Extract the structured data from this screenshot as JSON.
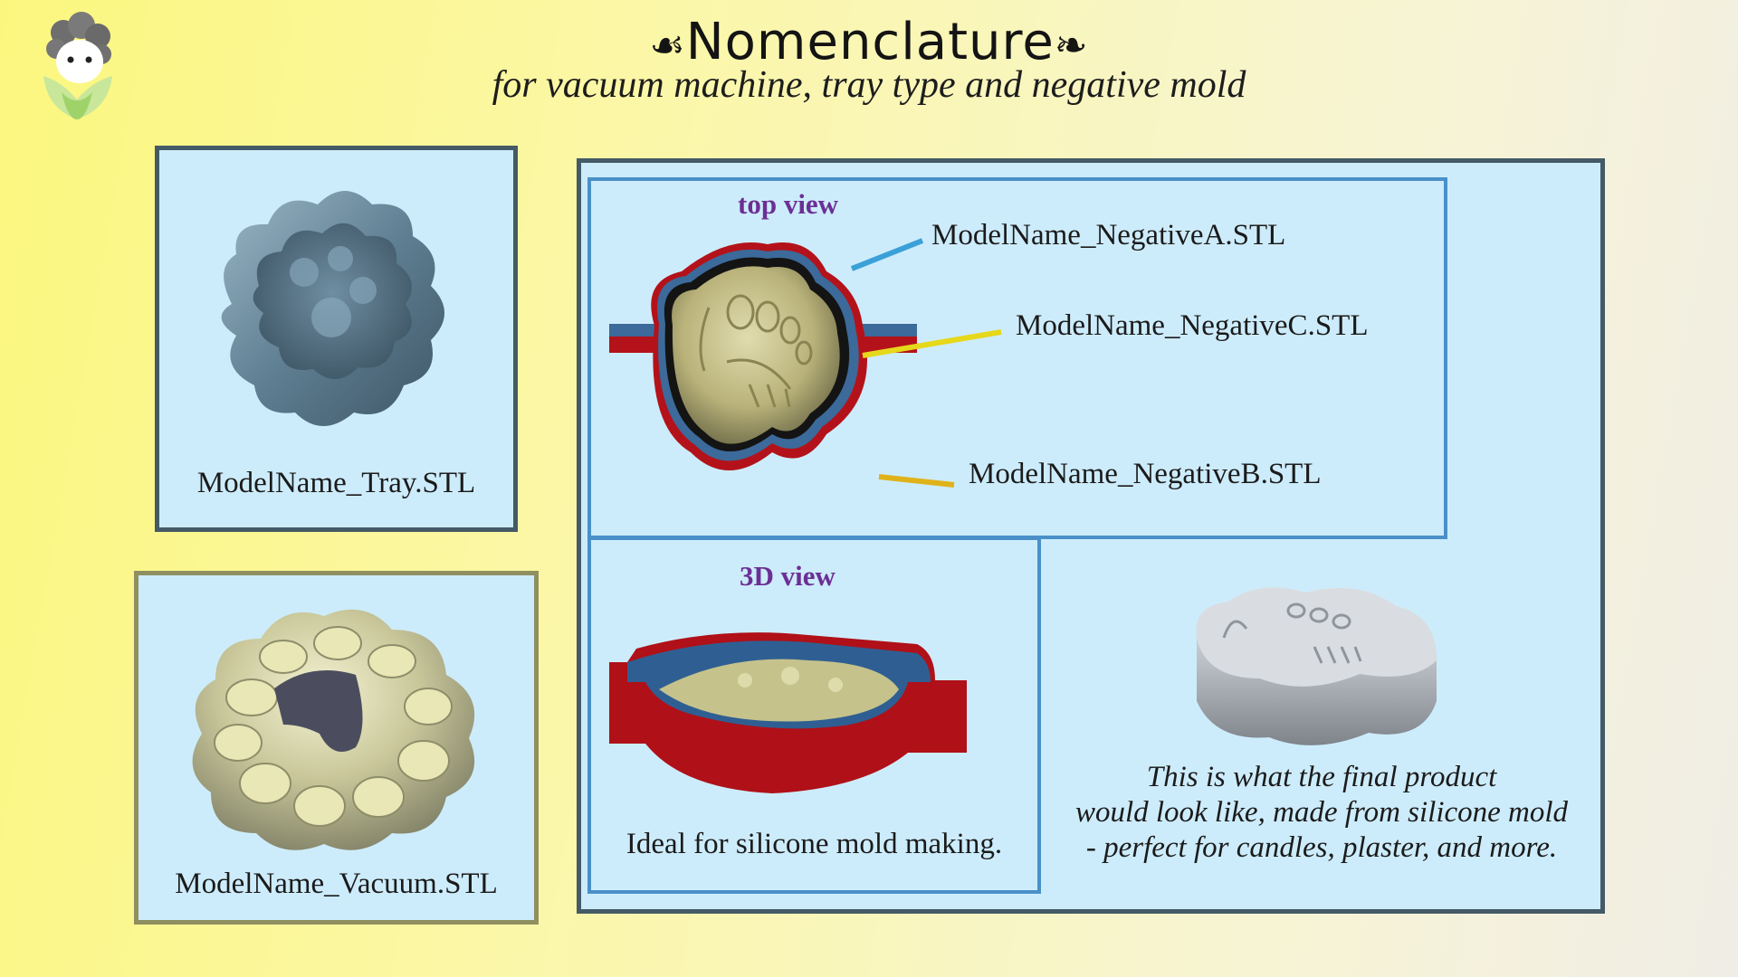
{
  "header": {
    "flourish_left": "☙",
    "title": "Nomenclature",
    "flourish_right": "❧",
    "subtitle": "for vacuum machine, tray type and negative mold"
  },
  "tray_panel": {
    "label": "ModelName_Tray.STL"
  },
  "vacuum_panel": {
    "label": "ModelName_Vacuum.STL"
  },
  "top_view": {
    "title": "top view",
    "callouts": [
      {
        "label": "ModelName_NegativeA.STL",
        "color": "#3aa0d8"
      },
      {
        "label": "ModelName_NegativeC.STL",
        "color": "#e6d81a"
      },
      {
        "label": "ModelName_NegativeB.STL",
        "color": "#e0b21a"
      }
    ]
  },
  "view_3d": {
    "title": "3D view",
    "caption": "Ideal for silicone mold making."
  },
  "final_product": {
    "lines": [
      "This is what the final product",
      "would look like, made from silicone mold",
      "- perfect for candles, plaster, and more."
    ]
  },
  "colors": {
    "panel_bg": "#cdecfb",
    "outer_frame": "#445a66",
    "inner_frame": "#4a90c8",
    "vacuum_frame": "#8f8f60",
    "accent_purple": "#6b2f95"
  }
}
